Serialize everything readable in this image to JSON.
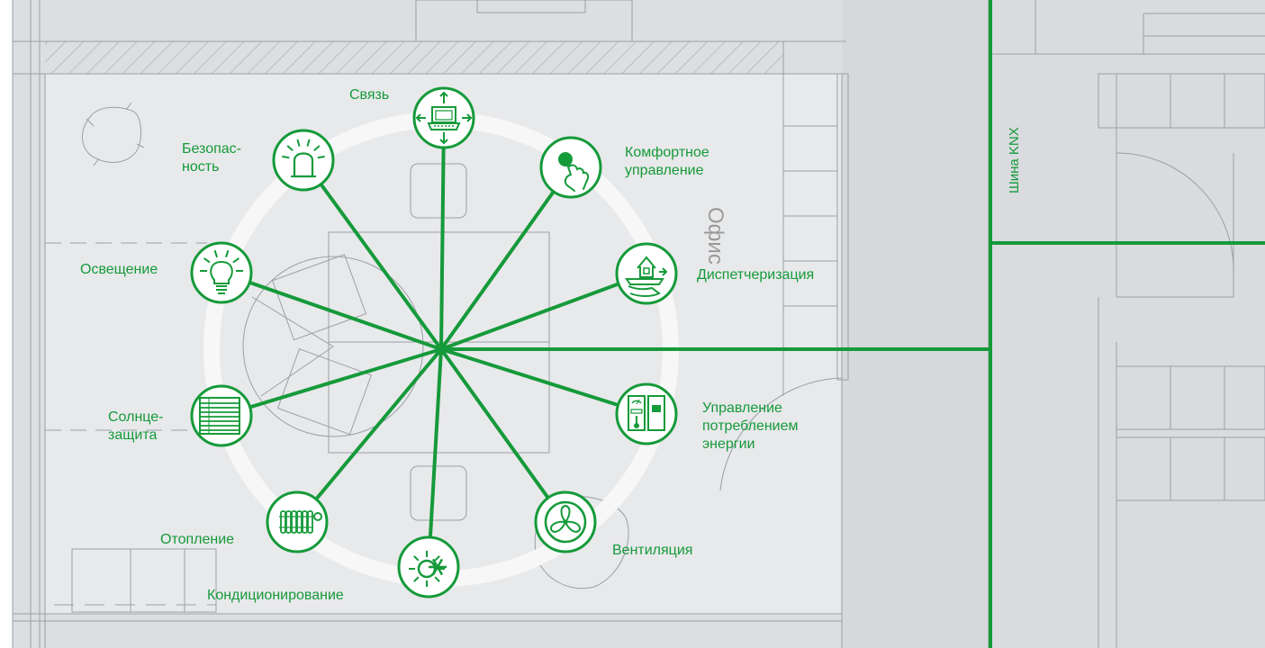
{
  "room_label": "Офис",
  "bus_label": "Шина KNX",
  "colors": {
    "accent": "#159a3a",
    "floor": "#e8e9eb",
    "wall": "#d8dadd",
    "plan_line": "#9aa0a6",
    "ring": "#f7f7f7",
    "office_text": "#9a9a9a"
  },
  "systems": [
    {
      "id": "communication",
      "label": "Связь",
      "icon": "laptop-arrows-icon"
    },
    {
      "id": "comfort-control",
      "label": "Комфортное\nуправление",
      "icon": "touch-hand-icon"
    },
    {
      "id": "dispatching",
      "label": "Диспетчеризация",
      "icon": "house-on-hand-icon"
    },
    {
      "id": "energy-management",
      "label": "Управление\nпотреблением\nэнергии",
      "icon": "meter-cabinet-icon"
    },
    {
      "id": "ventilation",
      "label": "Вентиляция",
      "icon": "fan-icon"
    },
    {
      "id": "air-conditioning",
      "label": "Кондиционирование",
      "icon": "sun-snowflake-icon"
    },
    {
      "id": "heating",
      "label": "Отопление",
      "icon": "radiator-icon"
    },
    {
      "id": "sun-protection",
      "label": "Солнце-\nзащита",
      "icon": "blinds-icon"
    },
    {
      "id": "lighting",
      "label": "Освещение",
      "icon": "light-bulb-icon"
    },
    {
      "id": "security",
      "label": "Безопас-\nность",
      "icon": "alarm-beacon-icon"
    }
  ]
}
